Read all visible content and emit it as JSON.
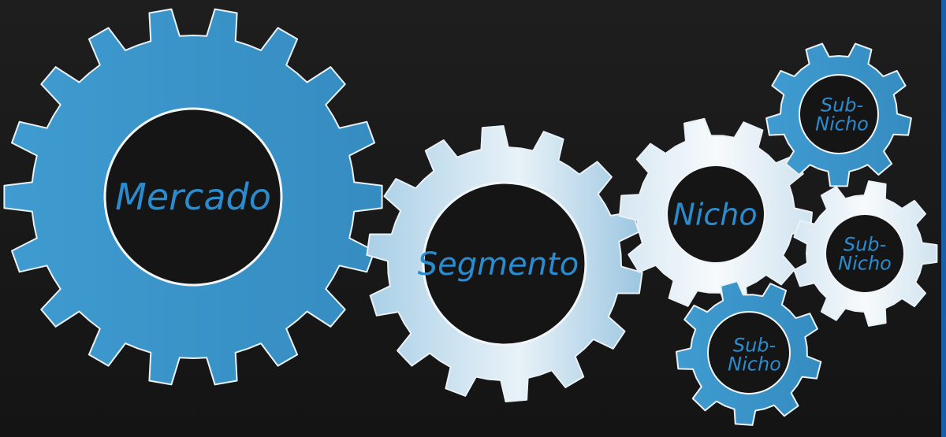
{
  "gears": [
    {
      "id": "mercado",
      "lines": [
        "Mercado"
      ],
      "fill": "blue"
    },
    {
      "id": "segmento",
      "lines": [
        "Segmento"
      ],
      "fill": "light"
    },
    {
      "id": "nicho",
      "lines": [
        "Nicho"
      ],
      "fill": "white"
    },
    {
      "id": "subnicho1",
      "lines": [
        "Sub-",
        "Nicho"
      ],
      "fill": "blue"
    },
    {
      "id": "subnicho2",
      "lines": [
        "Sub-",
        "Nicho"
      ],
      "fill": "white"
    },
    {
      "id": "subnicho3",
      "lines": [
        "Sub-",
        "Nicho"
      ],
      "fill": "blue"
    }
  ],
  "colors": {
    "background": "#161616",
    "gear_blue": "#3a93c8",
    "gear_light": "#c3dcea",
    "gear_white": "#eef4f8",
    "hub": "#151515",
    "label": "#2a8ccf",
    "right_edge": "#1a5fa8"
  }
}
